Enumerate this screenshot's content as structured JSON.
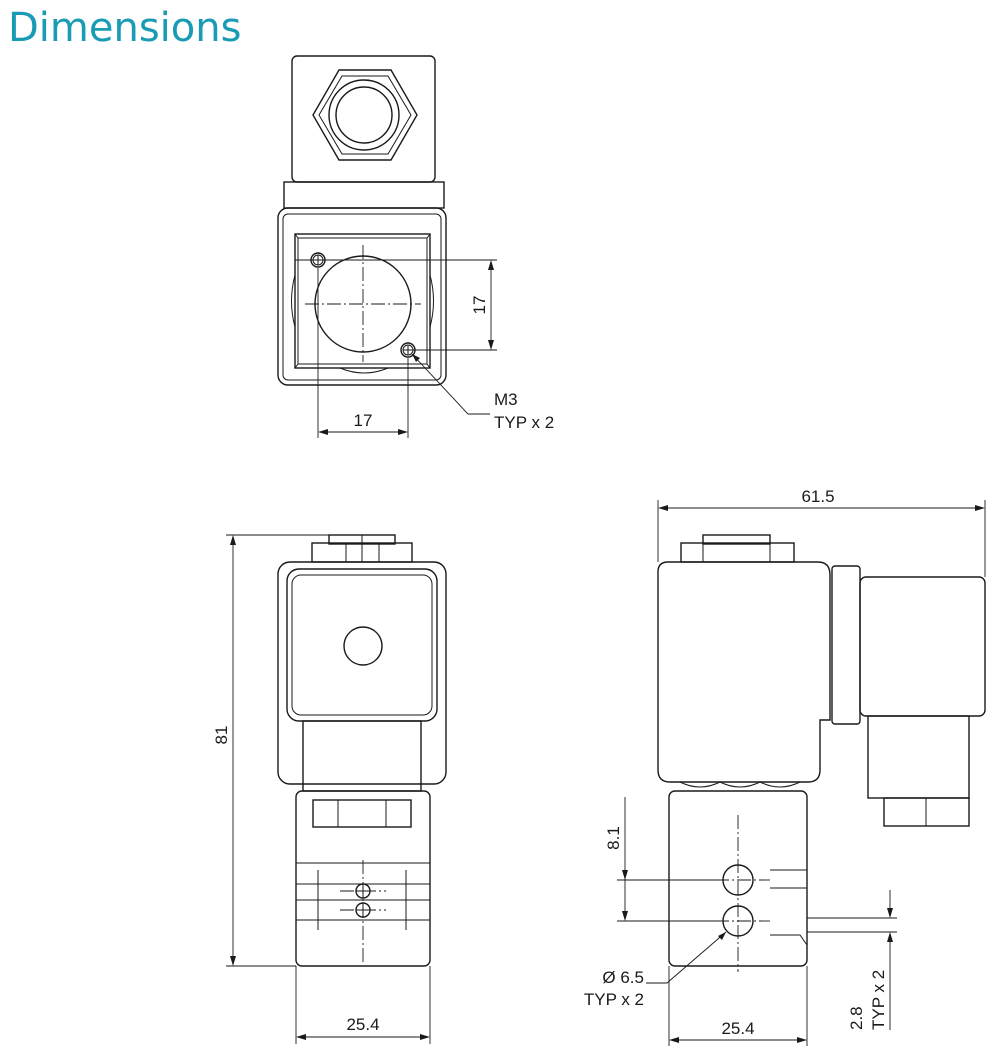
{
  "title": "Dimensions",
  "colors": {
    "title": "#1a9bb5",
    "line": "#1a1a1a"
  },
  "top_view": {
    "dim_horizontal": "17",
    "dim_vertical": "17",
    "thread_note_line1": "M3",
    "thread_note_line2": "TYP x 2"
  },
  "front_view": {
    "dim_height": "81",
    "dim_width": "25.4"
  },
  "side_view": {
    "dim_overall_length": "61.5",
    "dim_width": "25.4",
    "dim_hole_spacing": "8.1",
    "dim_slot": "2.8",
    "slot_note": "TYP x 2",
    "hole_note_line1": "Ø 6.5",
    "hole_note_line2": "TYP x 2"
  }
}
